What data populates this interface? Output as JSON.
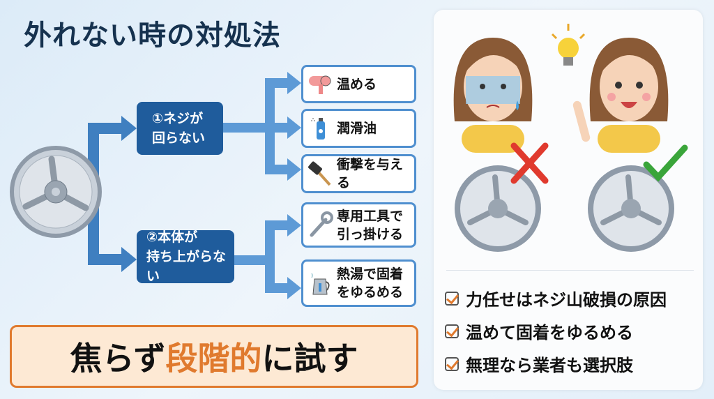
{
  "title": "外れない時の対処法",
  "branches": [
    {
      "label_line1": "①ネジが",
      "label_line2": "回らない",
      "options": [
        {
          "icon": "hair-dryer-icon",
          "line1": "温める",
          "line2": ""
        },
        {
          "icon": "spray-can-icon",
          "line1": "潤滑油",
          "line2": ""
        },
        {
          "icon": "hammer-icon",
          "line1": "衝撃を与える",
          "line2": ""
        }
      ]
    },
    {
      "label_line1": "②本体が",
      "label_line2": "持ち上がらない",
      "options": [
        {
          "icon": "wrench-icon",
          "line1": "専用工具で",
          "line2": "引っ掛ける"
        },
        {
          "icon": "kettle-icon",
          "line1": "熱湯で固着",
          "line2": "をゆるめる"
        }
      ]
    }
  ],
  "banner": {
    "before": "焦らず",
    "highlight": "段階的",
    "after": "に試す"
  },
  "checklist": [
    "力任せはネジ山破損の原因",
    "温めて固着をゆるめる",
    "無理なら業者も選択肢"
  ],
  "colors": {
    "primary": "#1f5c9c",
    "arrow": "#4f8fcf",
    "accent": "#e07a2e",
    "wrong": "#e03a2e",
    "right": "#3aa53a"
  }
}
